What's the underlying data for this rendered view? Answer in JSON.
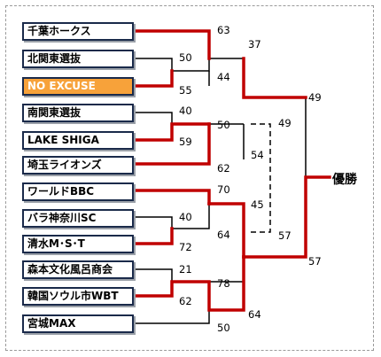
{
  "teams": [
    {
      "name": "千葉ホークス"
    },
    {
      "name": "北関東選抜"
    },
    {
      "name": "NO EXCUSE",
      "highlight": true
    },
    {
      "name": "南関東選抜"
    },
    {
      "name": "LAKE SHIGA"
    },
    {
      "name": "埼玉ライオンズ"
    },
    {
      "name": "ワールドBBC"
    },
    {
      "name": "バラ神奈川SC"
    },
    {
      "name": "清水M･S･T"
    },
    {
      "name": "森本文化風呂商会"
    },
    {
      "name": "韓国ソウル市WBT"
    },
    {
      "name": "宮城MAX"
    }
  ],
  "scores": [
    "63",
    "50",
    "55",
    "44",
    "37",
    "40",
    "59",
    "50",
    "62",
    "54",
    "49",
    "49",
    "70",
    "40",
    "72",
    "64",
    "45",
    "57",
    "21",
    "78",
    "62",
    "64",
    "50",
    "57"
  ],
  "champion_label": "優勝",
  "colors": {
    "win": "#c00000",
    "line": "#000000",
    "highlight": "#f7a23a"
  }
}
